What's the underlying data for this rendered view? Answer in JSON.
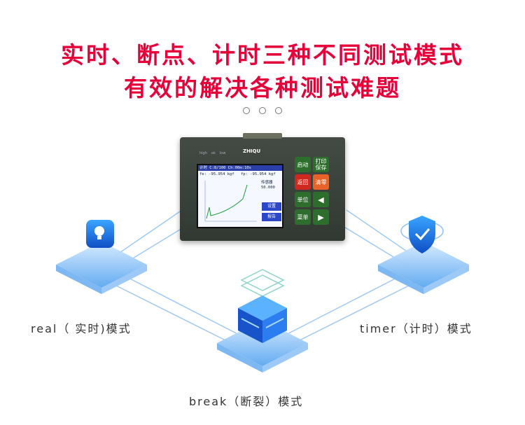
{
  "headline": {
    "line1": "实时、断点、计时三种不同测试模式",
    "line2": "有效的解决各种测试难题"
  },
  "modes": {
    "real": "real（ 实时)模式",
    "timer": "timer（计时）模式",
    "break": "break（断裂）模式"
  },
  "device": {
    "brand": "ZHIQU",
    "leds": [
      "high",
      "ok",
      "low"
    ],
    "screen": {
      "header": "计时    C:8/100    Ch:00m:10s",
      "fe": "fe: -95.954 kgf",
      "fp": "fp: -95.954 kgf",
      "sensor_label": "传感器",
      "sensor_value": "50.000",
      "settings_button": "设置",
      "report_button": "报告"
    },
    "keys": {
      "start": "启动",
      "print_save": "打印\n保存",
      "back": "返回",
      "clear": "清零",
      "unit": "单位",
      "menu": "菜单"
    }
  },
  "colors": {
    "headline": "#e60039",
    "platform": "#5aa7f0",
    "icon": "#1a6ff2"
  }
}
